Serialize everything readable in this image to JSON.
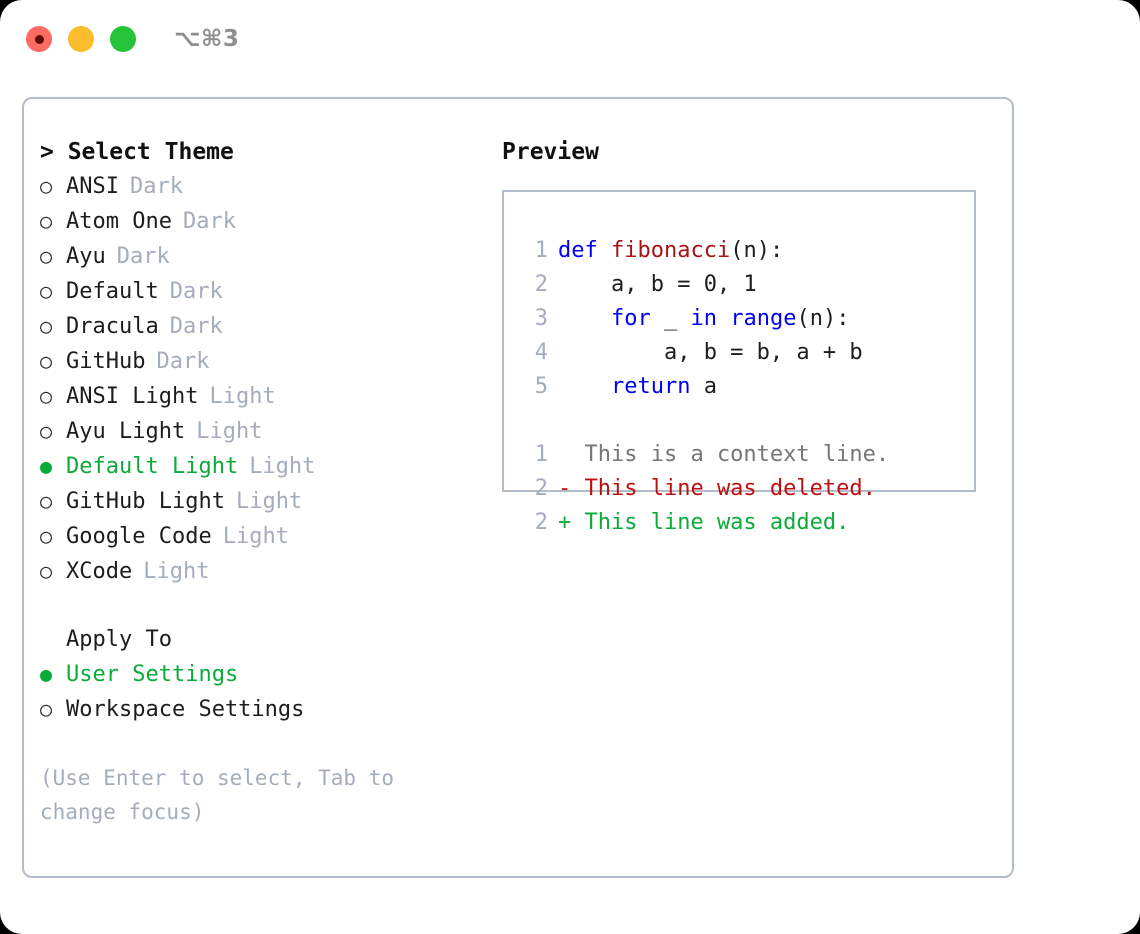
{
  "titlebar": {
    "shortcut": "⌥⌘3",
    "buttons": [
      {
        "name": "close",
        "color": "#fd6b64"
      },
      {
        "name": "minimize",
        "color": "#fcbd2d"
      },
      {
        "name": "maximize",
        "color": "#24c33a"
      }
    ]
  },
  "colors": {
    "accent_green": "#0bab3a",
    "muted_grey": "#a4adbc",
    "keyword_blue": "#0000f4",
    "function_red": "#a81414",
    "diff_delete": "#bd1111",
    "diff_add": "#0bab3a",
    "panel_border": "#b3bcc9",
    "text": "#1d1d1f"
  },
  "theme_panel": {
    "heading": "> Select Theme",
    "marker_selected": "●",
    "marker_unselected": "○",
    "themes": [
      {
        "label": "ANSI",
        "tag": "Dark",
        "selected": false
      },
      {
        "label": "Atom One",
        "tag": "Dark",
        "selected": false
      },
      {
        "label": "Ayu",
        "tag": "Dark",
        "selected": false
      },
      {
        "label": "Default",
        "tag": "Dark",
        "selected": false
      },
      {
        "label": "Dracula",
        "tag": "Dark",
        "selected": false
      },
      {
        "label": "GitHub",
        "tag": "Dark",
        "selected": false
      },
      {
        "label": "ANSI Light",
        "tag": "Light",
        "selected": false
      },
      {
        "label": "Ayu Light",
        "tag": "Light",
        "selected": false
      },
      {
        "label": "Default Light",
        "tag": "Light",
        "selected": true
      },
      {
        "label": "GitHub Light",
        "tag": "Light",
        "selected": false
      },
      {
        "label": "Google Code",
        "tag": "Light",
        "selected": false
      },
      {
        "label": "XCode",
        "tag": "Light",
        "selected": false
      }
    ],
    "apply_to": {
      "heading": "Apply To",
      "options": [
        {
          "label": "User Settings",
          "selected": true
        },
        {
          "label": "Workspace Settings",
          "selected": false
        }
      ]
    },
    "hint": "(Use Enter to select, Tab to change focus)"
  },
  "preview_panel": {
    "heading": "Preview",
    "code_lines": [
      {
        "number": "1",
        "tokens": [
          {
            "text": "def ",
            "kind": "keyword"
          },
          {
            "text": "fibonacci",
            "kind": "function"
          },
          {
            "text": "(n):",
            "kind": "plain"
          }
        ]
      },
      {
        "number": "2",
        "tokens": [
          {
            "text": "    a, b = 0, 1",
            "kind": "plain"
          }
        ]
      },
      {
        "number": "3",
        "tokens": [
          {
            "text": "    ",
            "kind": "plain"
          },
          {
            "text": "for",
            "kind": "keyword"
          },
          {
            "text": " _ ",
            "kind": "plain"
          },
          {
            "text": "in",
            "kind": "keyword"
          },
          {
            "text": " ",
            "kind": "plain"
          },
          {
            "text": "range",
            "kind": "keyword"
          },
          {
            "text": "(n):",
            "kind": "plain"
          }
        ]
      },
      {
        "number": "4",
        "tokens": [
          {
            "text": "        a, b = b, a + b",
            "kind": "plain"
          }
        ]
      },
      {
        "number": "5",
        "tokens": [
          {
            "text": "    ",
            "kind": "plain"
          },
          {
            "text": "return",
            "kind": "keyword"
          },
          {
            "text": " a",
            "kind": "plain"
          }
        ]
      }
    ],
    "diff_lines": [
      {
        "number": "1",
        "text": "  This is a context line.",
        "kind": "context"
      },
      {
        "number": "2",
        "text": "- This line was deleted.",
        "kind": "delete"
      },
      {
        "number": "2",
        "text": "+ This line was added.",
        "kind": "add"
      }
    ]
  }
}
